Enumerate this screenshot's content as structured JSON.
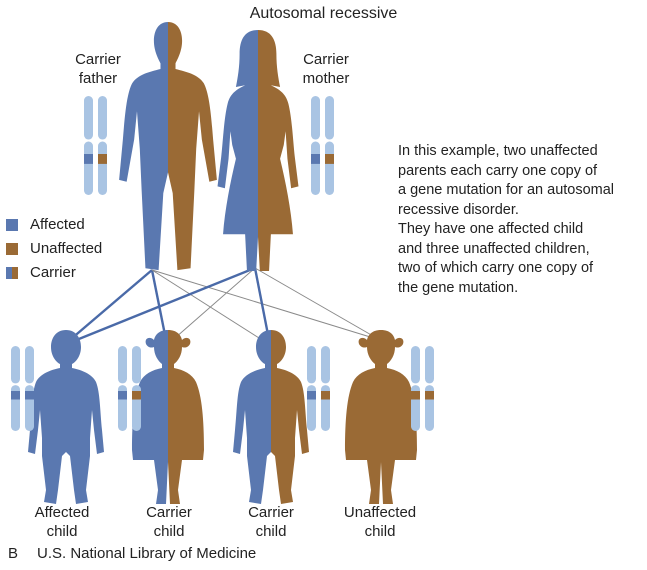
{
  "title": "Autosomal recessive",
  "parents": {
    "father": {
      "line1": "Carrier",
      "line2": "father"
    },
    "mother": {
      "line1": "Carrier",
      "line2": "mother"
    }
  },
  "legend": [
    {
      "label": "Affected",
      "color": "#5a78b0"
    },
    {
      "label": "Unaffected",
      "color": "#9a6a35"
    },
    {
      "label": "Carrier",
      "colors": [
        "#5a78b0",
        "#9a6a35"
      ]
    }
  ],
  "description": [
    "In this example, two unaffected",
    "parents each carry one copy of",
    "a gene mutation for an autosomal",
    "recessive disorder.",
    "They have one affected child",
    "and three unaffected children,",
    "two of which carry one copy of",
    "the gene mutation."
  ],
  "children": [
    {
      "line1": "Affected",
      "line2": "child"
    },
    {
      "line1": "Carrier",
      "line2": "child"
    },
    {
      "line1": "Carrier",
      "line2": "child"
    },
    {
      "line1": "Unaffected",
      "line2": "child"
    }
  ],
  "panel_letter": "B",
  "credit": "U.S. National Library of Medicine",
  "colors": {
    "affected": "#5a78b0",
    "unaffected": "#9a6a35",
    "chromosome": "#a9c4e3",
    "line_affected": "#4a6aa8",
    "line_unaffected": "#8a8a8a"
  }
}
